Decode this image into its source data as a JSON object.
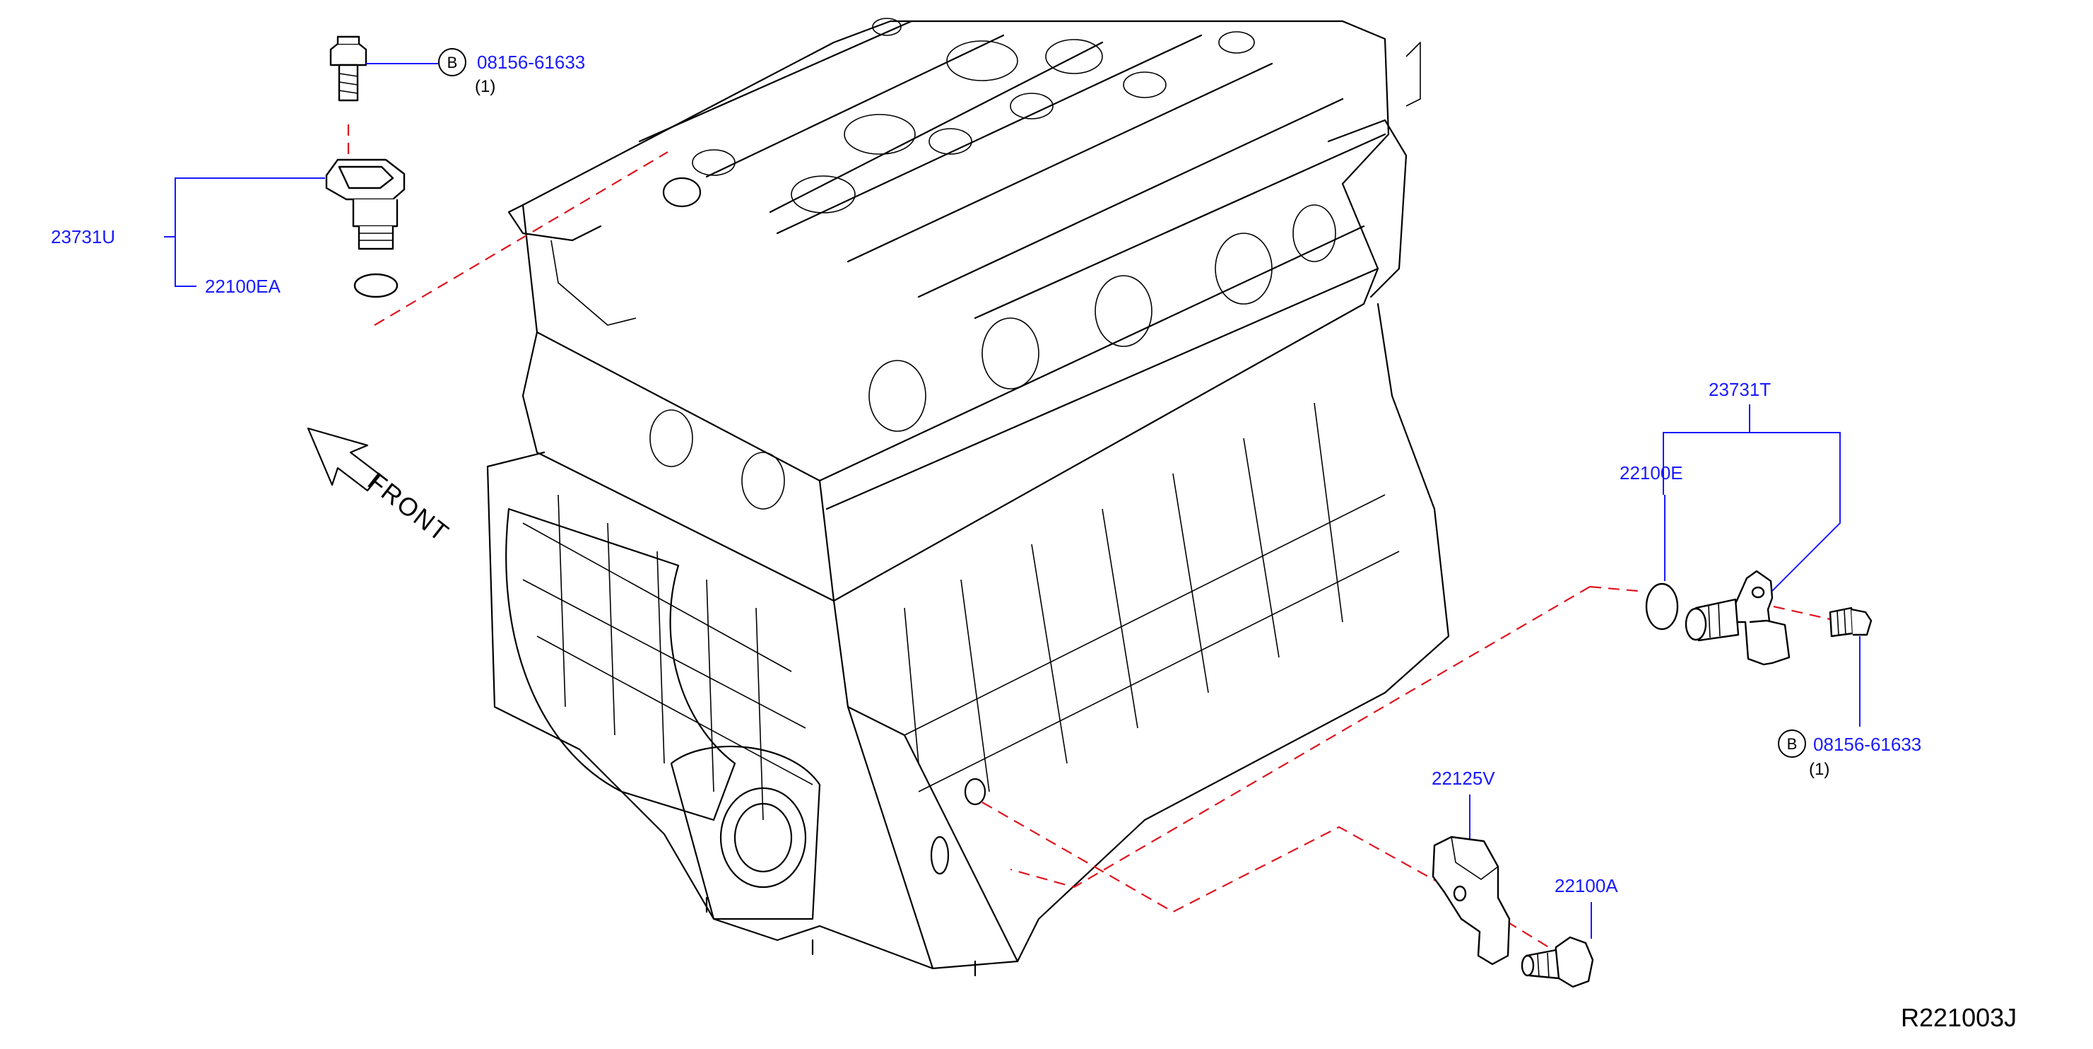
{
  "diagram_ref": "R221003J",
  "front_label": "FRONT",
  "colors": {
    "part_number": "#1a1aff",
    "alignment_line": "#e0141e",
    "outline": "#000000"
  },
  "callouts": {
    "bolt_top": {
      "marker": "B",
      "part_no": "08156-61633",
      "qty": "(1)"
    },
    "sensor_top": {
      "part_no": "23731U"
    },
    "oring_top": {
      "part_no": "22100EA"
    },
    "sensor_right": {
      "part_no": "23731T"
    },
    "oring_right": {
      "part_no": "22100E"
    },
    "bolt_right": {
      "marker": "B",
      "part_no": "08156-61633",
      "qty": "(1)"
    },
    "bracket": {
      "part_no": "22125V"
    },
    "sensor_bottom": {
      "part_no": "22100A"
    }
  }
}
